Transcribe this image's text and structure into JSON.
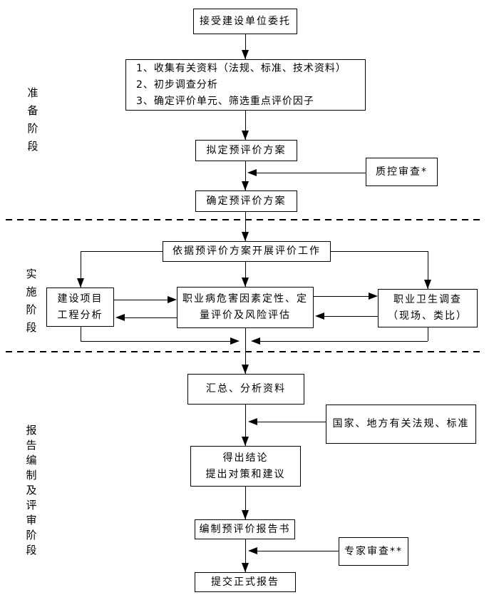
{
  "diagram": {
    "type": "flowchart",
    "colors": {
      "line": "#000000",
      "background": "#ffffff",
      "text": "#000000"
    },
    "phases": [
      {
        "label": "准备阶段"
      },
      {
        "label": "实施阶段"
      },
      {
        "label": "报告编制及评审阶段"
      }
    ],
    "nodes": {
      "entrust": "接受建设单位委托",
      "collect": "1、收集有关资料（法规、标准、技术资料）\n2、初步调查分析\n3、确定评价单元、筛选重点评价因子",
      "draft_plan": "拟定预评价方案",
      "qc_review": "质控审查*",
      "confirm_plan": "确定预评价方案",
      "carry_out": "依据预评价方案开展评价工作",
      "project_analysis": "建设项目\n工程分析",
      "hazard_eval": "职业病危害因素定性、定量评价及风险评估",
      "hygiene_survey": "职业卫生调查\n（现场、类比）",
      "summarize": "汇总、分析资料",
      "laws": "国家、地方有关法规、标准",
      "conclusion": "得出结论\n提出对策和建议",
      "compile_report": "编制预评价报告书",
      "expert_review": "专家审查**",
      "submit_report": "提交正式报告"
    }
  }
}
